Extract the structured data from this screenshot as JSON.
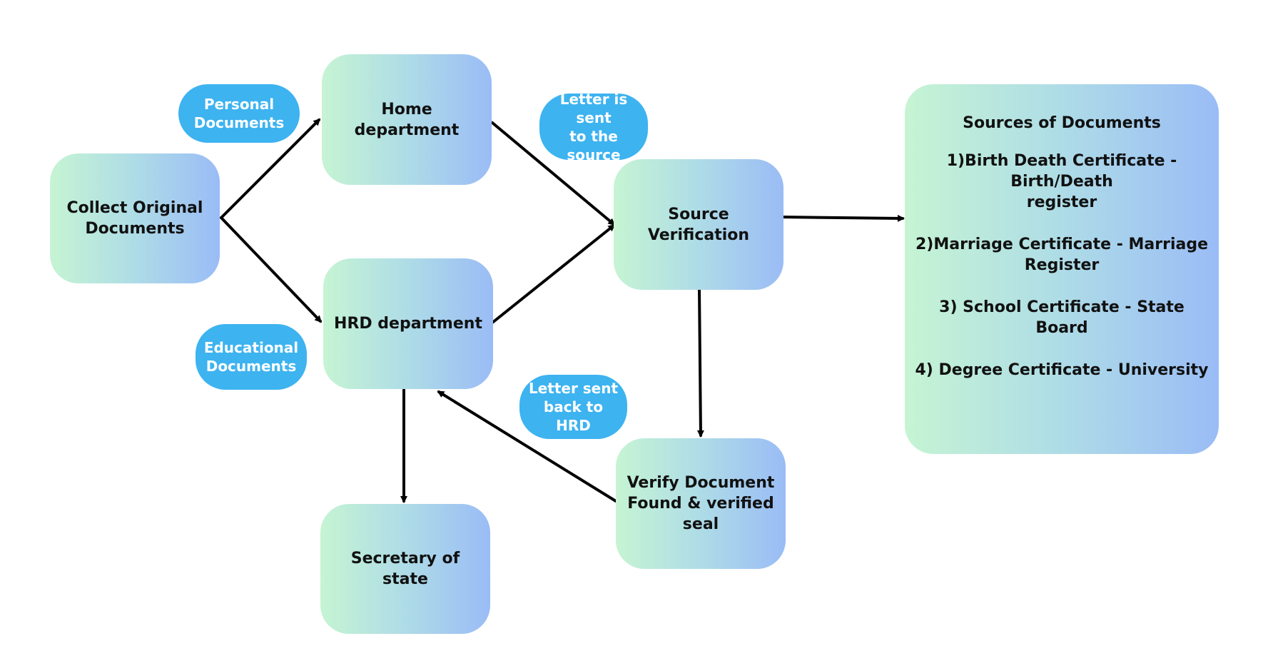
{
  "colors": {
    "box_gradient_start": "#c6f4d3",
    "box_gradient_mid": "#afdde6",
    "box_gradient_end": "#9abcf6",
    "pill_fill": "#3db3f0",
    "pill_text": "#ffffff",
    "arrow": "#000000",
    "box_text": "#111111"
  },
  "nodes": {
    "collect": "Collect Original\nDocuments",
    "home": "Home department",
    "hrd": "HRD department",
    "source_verification": "Source Verification",
    "verify": "Verify Document\nFound & verified\nseal",
    "secretary": "Secretary of state"
  },
  "labels": {
    "personal": "Personal\nDocuments",
    "educational": "Educational\nDocuments",
    "letter_sent_source": "Letter is sent\nto the source",
    "letter_back_hrd": "Letter sent\nback to HRD"
  },
  "sources": {
    "title": "Sources of Documents",
    "items": [
      "1)Birth Death Certificate - Birth/Death\nregister",
      "2)Marriage Certificate - Marriage\nRegister",
      "3) School Certificate - State Board",
      "4) Degree Certificate - University"
    ]
  }
}
